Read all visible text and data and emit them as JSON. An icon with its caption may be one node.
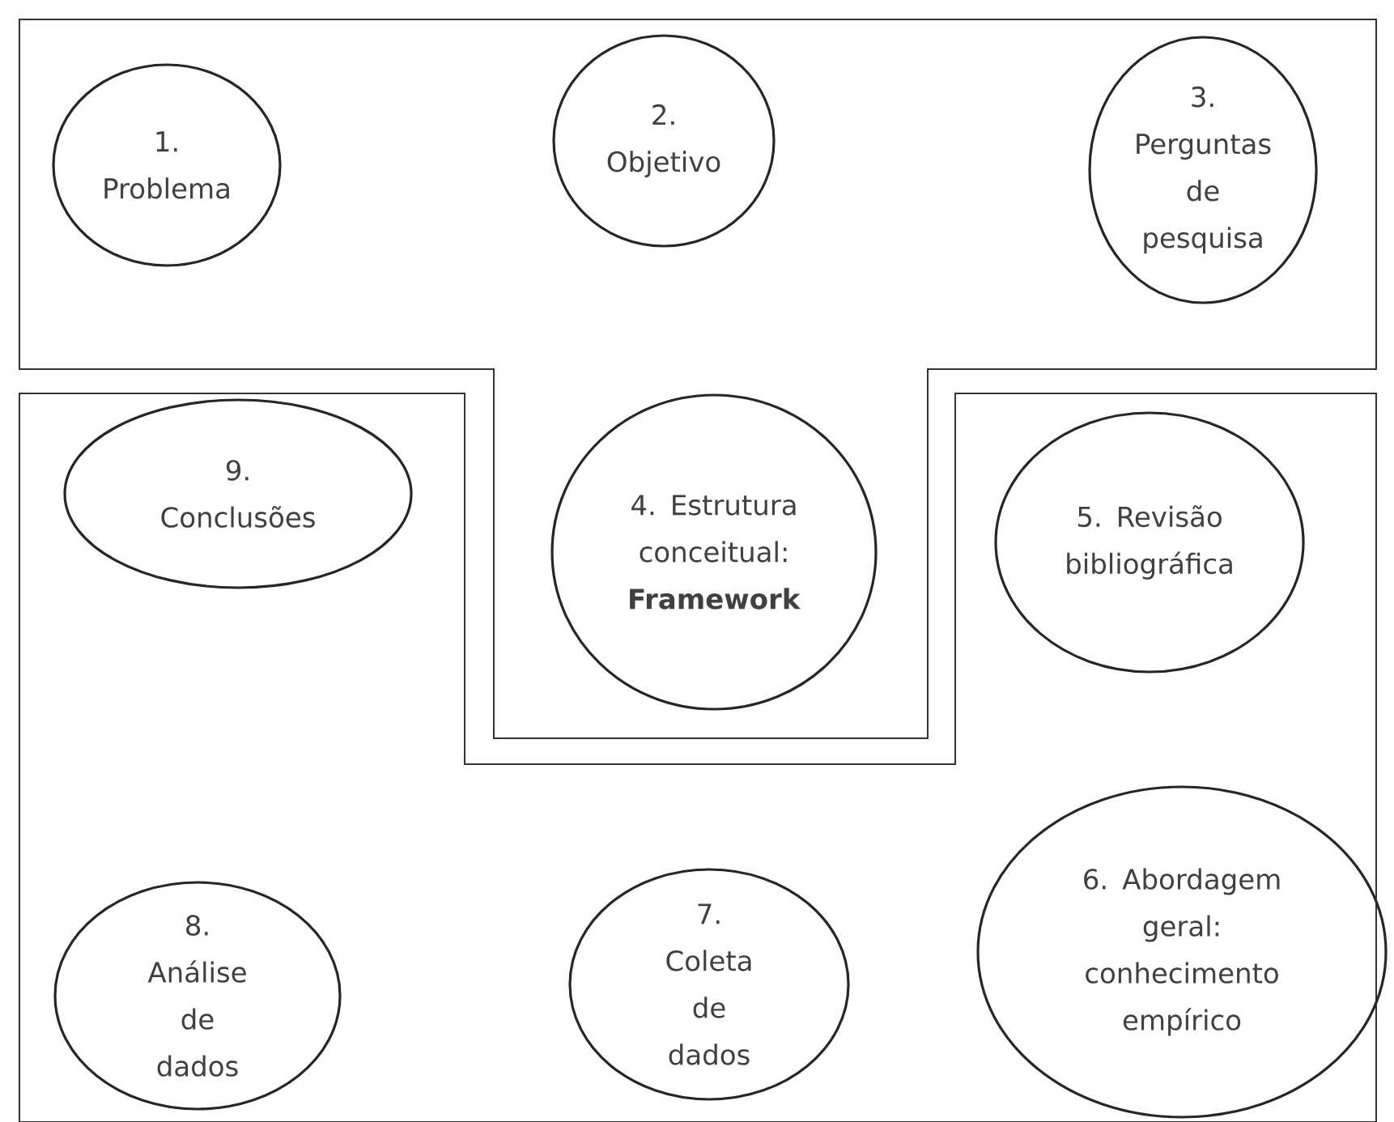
{
  "diagram": {
    "nodes": [
      {
        "text": [],
        "shape": "box"
      },
      {
        "text": [
          "1. Problema"
        ],
        "in": 0
      },
      {
        "text": [
          "2. Objetivo"
        ],
        "in": 0
      },
      {
        "text": [
          "3. Perguntas de pesquisa"
        ],
        "in": 0
      },
      {
        "text": [
          "4. Estrutura conceitual: **Framework**"
        ],
        "in": 0
      },
      {
        "text": [],
        "shape": "box"
      },
      {
        "text": [
          "9. Conclusões"
        ],
        "in": 5
      },
      {
        "text": [
          "5. Revisão bibliográfica"
        ],
        "in": 5
      },
      {
        "text": [
          "8. Análise de dados"
        ],
        "in": 5
      },
      {
        "text": [
          "7. Coleta de dados"
        ],
        "in": 5
      },
      {
        "text": [
          "6. Abordagem geral: conhecimento empírico"
        ],
        "in": 5
      }
    ]
  }
}
